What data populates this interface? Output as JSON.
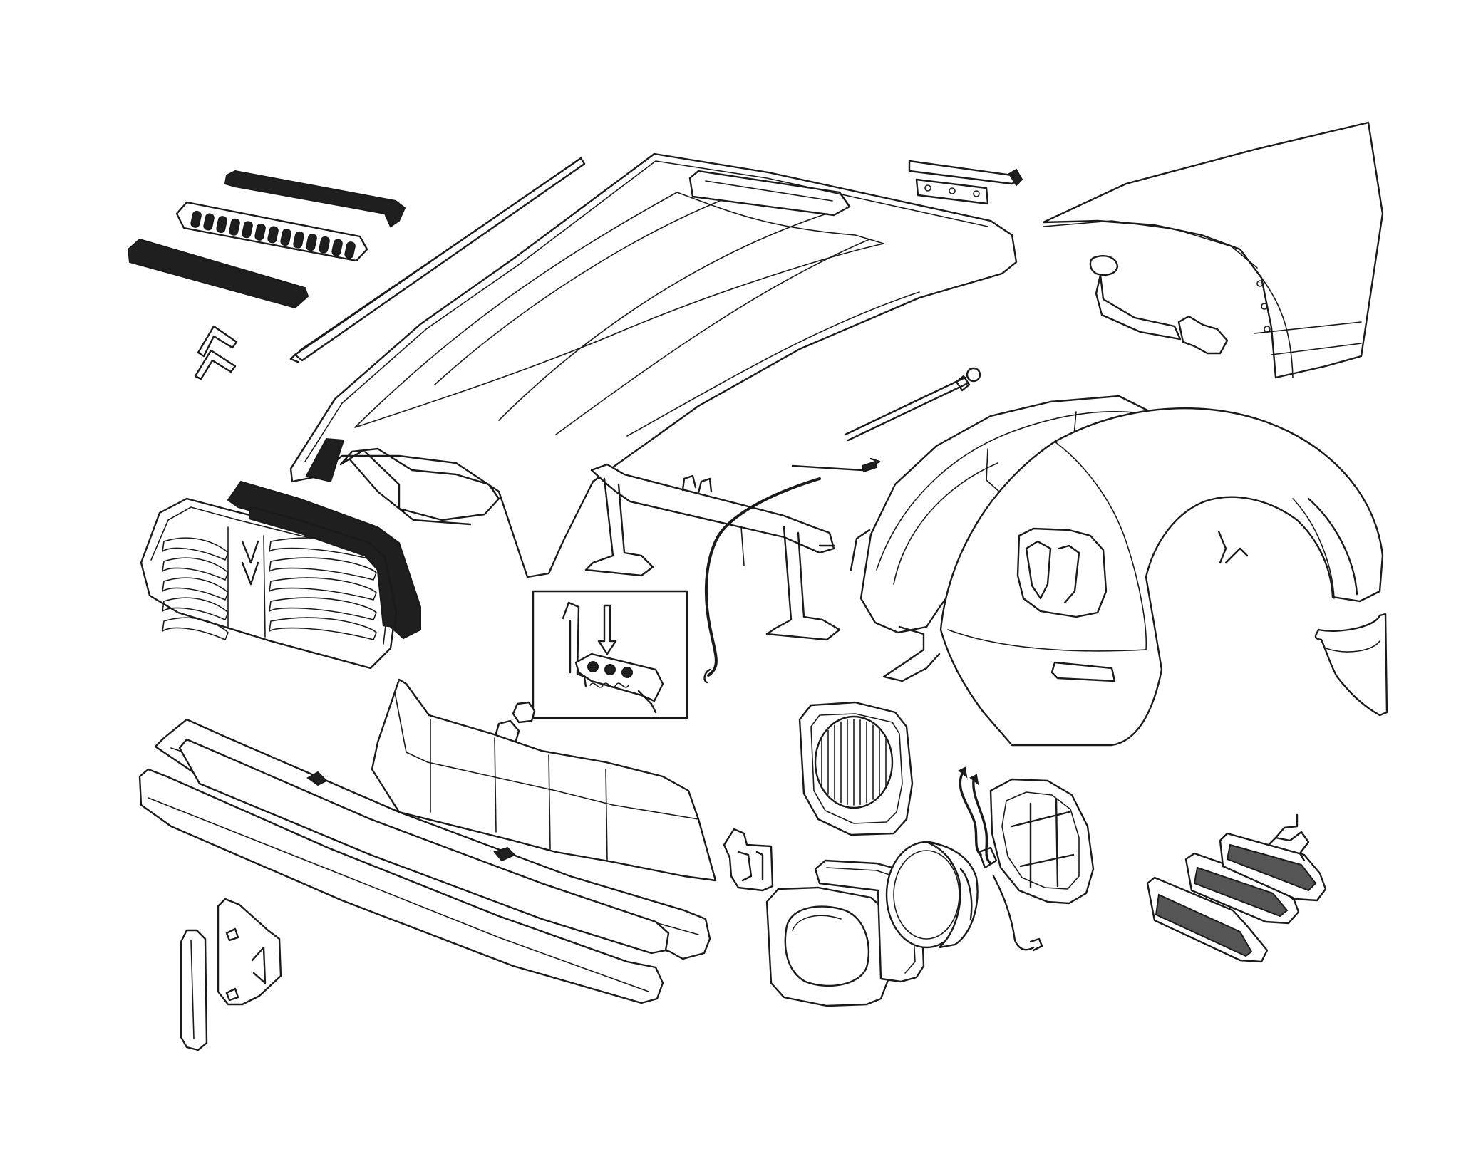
{
  "diagram": {
    "kind": "exploded-view line drawing",
    "colors": {
      "stroke": "#1a1a1a",
      "background": "#ffffff",
      "seal_fill": "#1f1f1f"
    },
    "parts": [
      "bonnet-seal-upper",
      "bonnet-air-grille",
      "bonnet-seal-lower",
      "double-chevron-emblem",
      "bonnet-trim-strip",
      "bonnet",
      "hinge-strip",
      "front-wing-right",
      "filler-neck-pipe",
      "front-grille",
      "grille-seal",
      "bonnet-support-rod",
      "radiator-support-frame",
      "bonnet-release-cable",
      "latch-detail-inset",
      "front-wing-left",
      "wheel-arch-liner",
      "inner-arch-panel",
      "bumper-upper",
      "bumper-lower",
      "front-valance",
      "bumper-bracket",
      "headlamp-grille",
      "headlamp-surround",
      "headlamp-seal",
      "headlamp-unit",
      "headlamp-bowl",
      "indicator-lens-set",
      "bumper-mount-left"
    ]
  }
}
